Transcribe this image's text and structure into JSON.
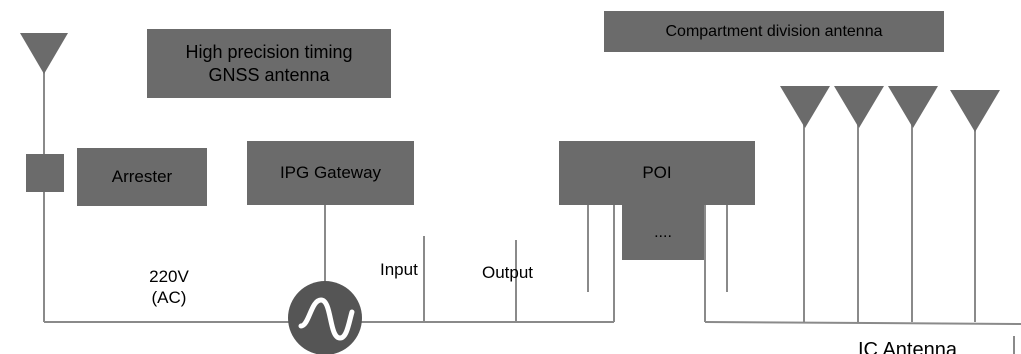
{
  "colors": {
    "box_fill": "#6b6b6b",
    "line": "#8a8a8a",
    "text": "#000000",
    "power_symbol": "#555555"
  },
  "labels": {
    "timing_antenna": "High precision timing GNSS antenna",
    "compartment_antenna": "Compartment division antenna",
    "arrester": "Arrester",
    "ipg_gateway": "IPG Gateway",
    "poi": "POI",
    "ellipsis": "....",
    "voltage_line1": "220V",
    "voltage_line2": "(AC)",
    "input": "Input",
    "output": "Output",
    "partial_label": "IC Antenna"
  },
  "icons": {
    "antenna": "triangle-antenna-icon",
    "power_source": "sine-wave-ac-source-icon"
  }
}
